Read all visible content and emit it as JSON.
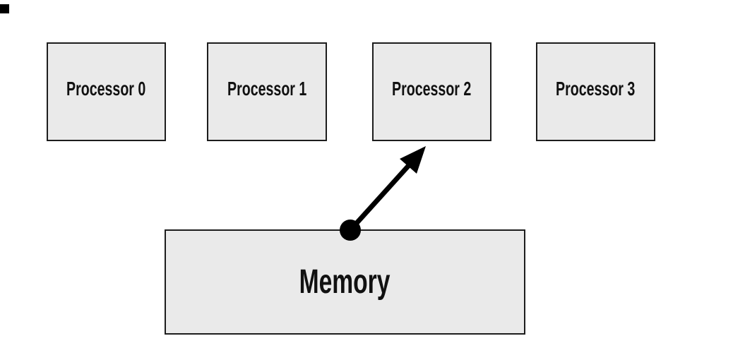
{
  "diagram": {
    "nodes": {
      "processors": [
        {
          "id": "processor-0",
          "label": "Processor 0"
        },
        {
          "id": "processor-1",
          "label": "Processor 1"
        },
        {
          "id": "processor-2",
          "label": "Processor 2"
        },
        {
          "id": "processor-3",
          "label": "Processor 3"
        }
      ],
      "memory": {
        "id": "memory",
        "label": "Memory"
      }
    },
    "edges": [
      {
        "from": "memory",
        "to": "processor-2",
        "style": "thick-line",
        "origin_marker": "filled-dot",
        "end_marker": "arrowhead"
      }
    ]
  },
  "colors": {
    "box_fill": "#eaeaea",
    "box_border": "#1d1d1d",
    "arrow_color": "#000000",
    "label_color": "#111111",
    "background": "#ffffff",
    "corner_mark_color": "#000000"
  }
}
